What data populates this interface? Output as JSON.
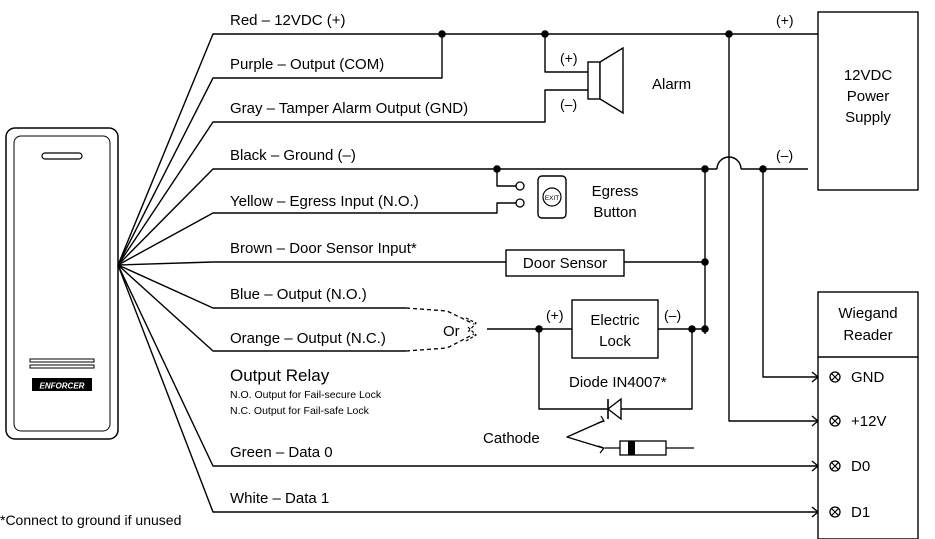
{
  "wires": {
    "red": "Red – 12VDC (+)",
    "purple": "Purple – Output (COM)",
    "gray": "Gray – Tamper Alarm Output (GND)",
    "black": "Black – Ground (–)",
    "yellow": "Yellow – Egress Input (N.O.)",
    "brown": "Brown – Door Sensor Input*",
    "blue": "Blue – Output (N.O.)",
    "orange": "Orange – Output (N.C.)",
    "green": "Green – Data 0",
    "white": "White – Data 1"
  },
  "alarm": {
    "label": "Alarm",
    "plus": "(+)",
    "minus": "(–)"
  },
  "power_supply": {
    "line1": "12VDC",
    "line2": "Power",
    "line3": "Supply",
    "plus": "(+)",
    "minus": "(–)"
  },
  "egress": {
    "line1": "Egress",
    "line2": "Button",
    "icon_text": "EXIT"
  },
  "door_sensor": {
    "label": "Door Sensor"
  },
  "electric_lock": {
    "line1": "Electric",
    "line2": "Lock",
    "plus": "(+)",
    "minus": "(–)"
  },
  "or_label": "Or",
  "output_relay": {
    "title": "Output Relay",
    "note1": "N.O. Output for Fail-secure Lock",
    "note2": "N.C. Output for Fail-safe Lock"
  },
  "diode": {
    "label": "Diode IN4007*",
    "cathode": "Cathode"
  },
  "wiegand": {
    "line1": "Wiegand",
    "line2": "Reader",
    "terminals": [
      "GND",
      "+12V",
      "D0",
      "D1"
    ]
  },
  "keypad_brand": "ENFORCER",
  "footnote": "*Connect to ground if unused"
}
